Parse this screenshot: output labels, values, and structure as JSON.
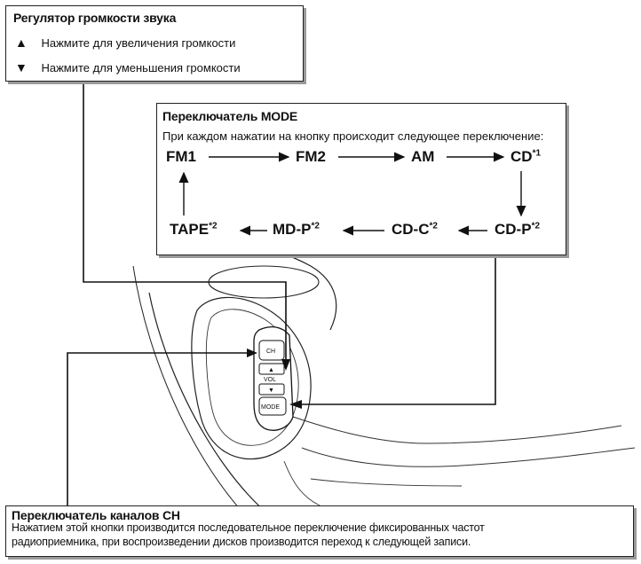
{
  "volume_box": {
    "title": "Регулятор громкости звука",
    "up_glyph": "▲",
    "up_text": "Нажмите для увеличения громкости",
    "down_glyph": "▼",
    "down_text": "Нажмите для уменьшения громкости"
  },
  "mode_box": {
    "title": "Переключатель MODE",
    "description": "При каждом нажатии на кнопку происходит следующее переключение:",
    "sequence": [
      {
        "label": "FM1",
        "mark": ""
      },
      {
        "label": "FM2",
        "mark": ""
      },
      {
        "label": "AM",
        "mark": ""
      },
      {
        "label": "CD",
        "mark": "*1"
      },
      {
        "label": "CD-P",
        "mark": "*2"
      },
      {
        "label": "CD-C",
        "mark": "*2"
      },
      {
        "label": "MD-P",
        "mark": "*2"
      },
      {
        "label": "TAPE",
        "mark": "*2"
      }
    ]
  },
  "ch_box": {
    "title": "Переключатель каналов CH",
    "line1": "Нажатием этой кнопки производится последовательное переключение фиксированных частот",
    "line2": "радиоприемника, при воспроизведении дисков производится переход к следующей записи."
  },
  "controls": {
    "ch": "CH",
    "vol": "VOL",
    "up": "▲",
    "down": "▼",
    "mode": "MODE"
  },
  "colors": {
    "ink": "#111111",
    "shadow": "#9a9a9a"
  }
}
